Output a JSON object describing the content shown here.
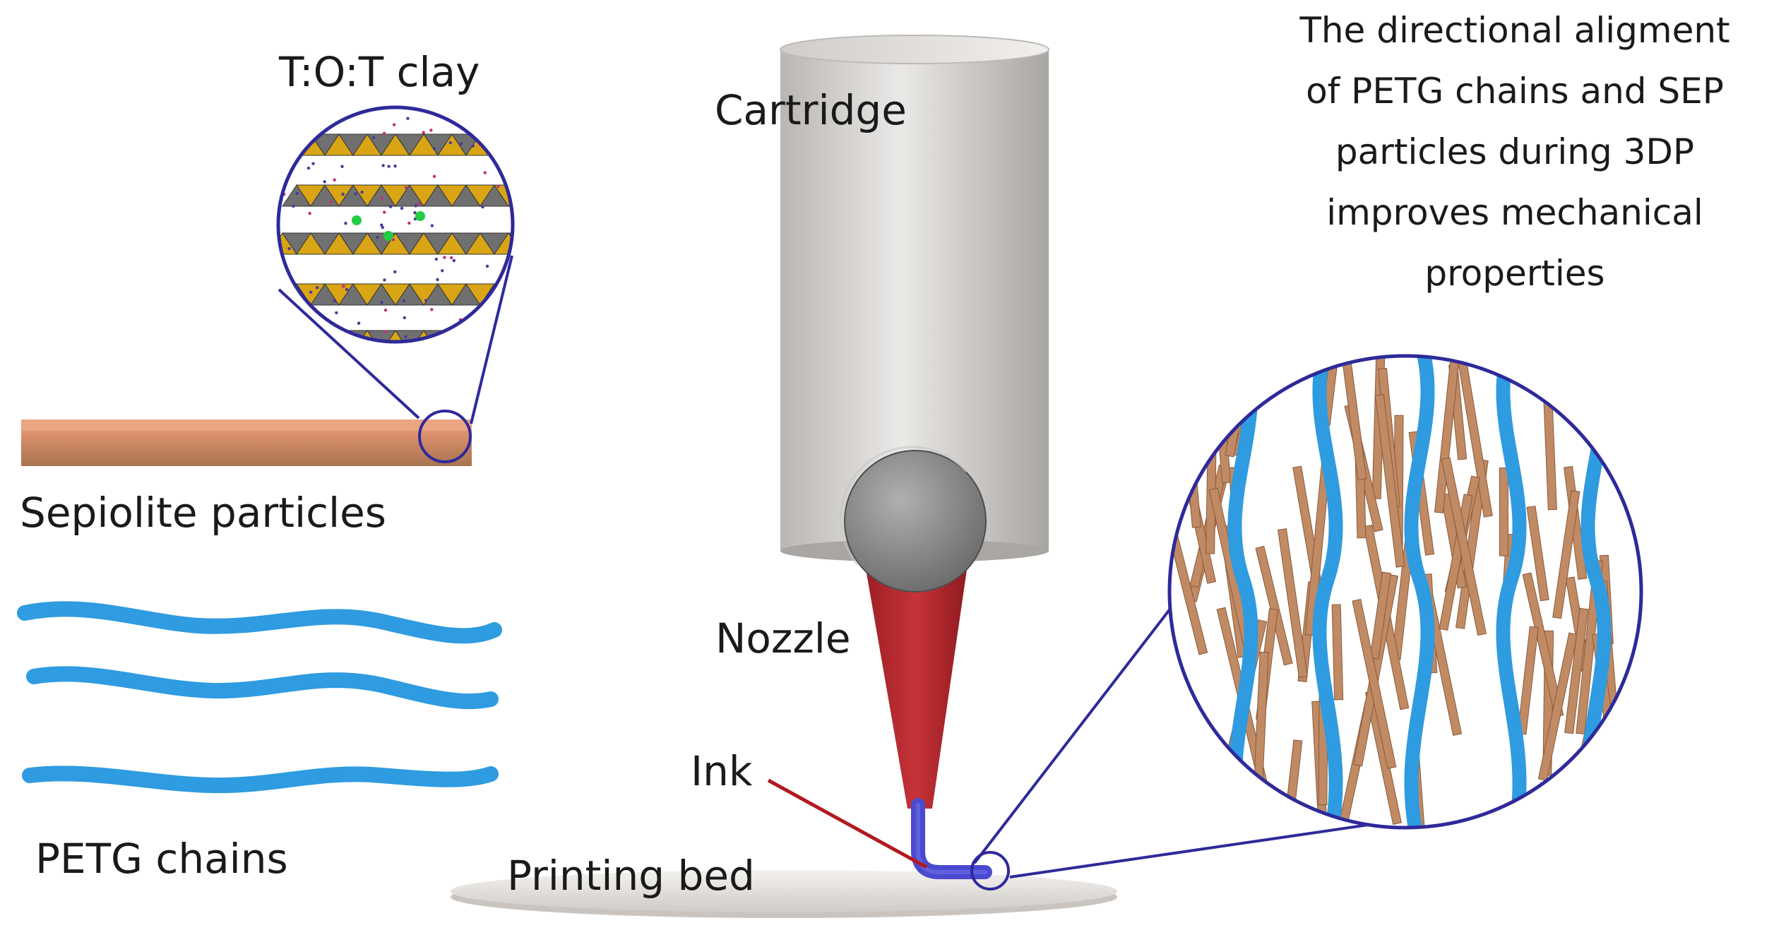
{
  "labels": {
    "tot_clay": "T:O:T clay",
    "sepiolite": "Sepiolite particles",
    "petg": "PETG chains",
    "cartridge": "Cartridge",
    "nozzle": "Nozzle",
    "ink": "Ink",
    "bed": "Printing bed"
  },
  "caption": [
    "The directional aligment",
    "of PETG chains and SEP",
    "particles during 3DP",
    "improves mechanical",
    "properties"
  ],
  "colors": {
    "petg_blue": "#2f9be0",
    "sepiolite_brown": "#c08a64",
    "magnifier_outline": "#2e2a9a",
    "nozzle_red": "#b52a2e",
    "ink_blue": "#4a4ad0",
    "tetrahedra_gold": "#d9a514",
    "octahedra_gray": "#707070",
    "cartridge_gray": "#d4d2d0"
  }
}
